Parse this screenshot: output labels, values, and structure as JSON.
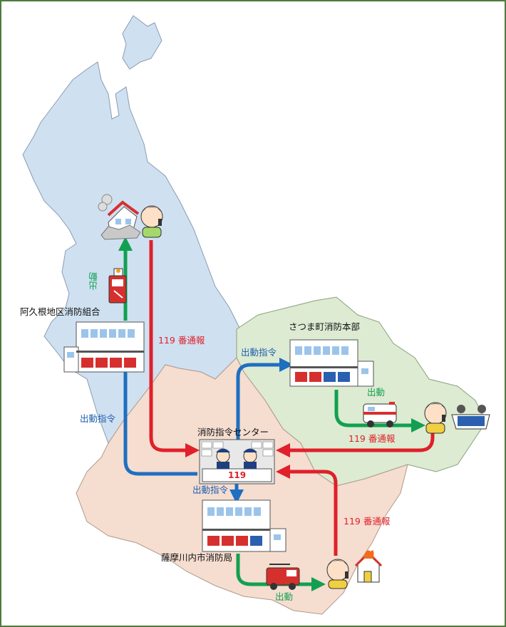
{
  "stations": {
    "aira": "阿久根地区消防組合",
    "satsuma": "さつま町消防本部",
    "center": "消防指令センター",
    "sendai": "薩摩川内市消防局"
  },
  "labels": {
    "call_aira": "119 番通報",
    "call_satsuma": "119 番通報",
    "call_sendai": "119 番通報",
    "dispatch_aira": "出動指令",
    "dispatch_satsuma": "出動指令",
    "dispatch_sendai": "出動指令",
    "go_aira": "出動",
    "go_satsuma": "出動",
    "go_sendai": "出動",
    "console_number": "119"
  },
  "colors": {
    "call": "#e0202a",
    "dispatch": "#1f6fc0",
    "go": "#12a050",
    "region_north": "#cfe0f1",
    "region_east": "#dcebd2",
    "region_south": "#f5ddd0",
    "frame": "#4f7a3a"
  },
  "icons": [
    "collapsed-house-icon",
    "caller-person-icon",
    "fire-truck-icon",
    "ambulance-icon",
    "overturned-car-icon",
    "burning-house-icon",
    "operator-icon"
  ]
}
